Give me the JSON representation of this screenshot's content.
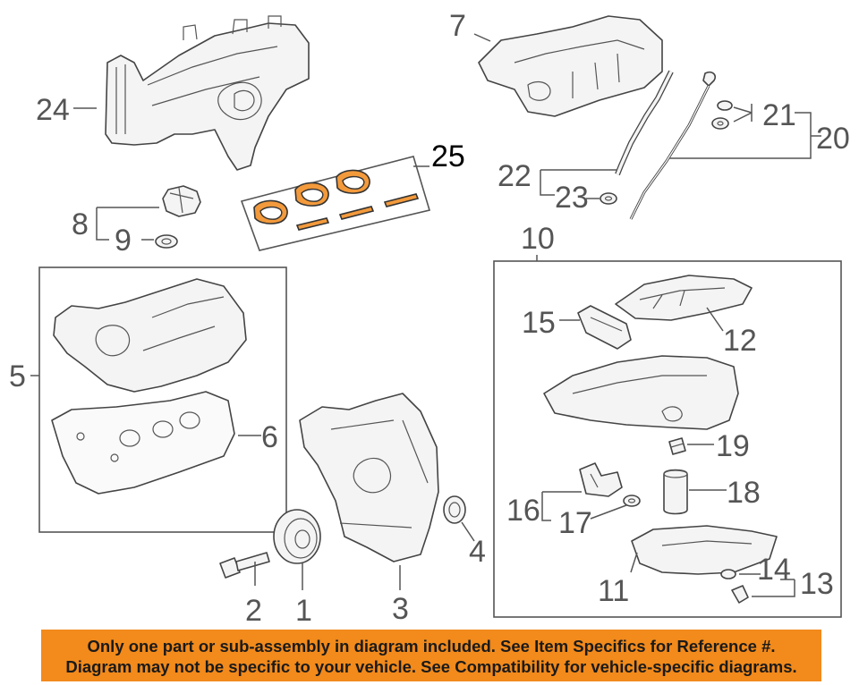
{
  "callouts": {
    "c1": "1",
    "c2": "2",
    "c3": "3",
    "c4": "4",
    "c5": "5",
    "c6": "6",
    "c7": "7",
    "c8": "8",
    "c9": "9",
    "c10": "10",
    "c11": "11",
    "c12": "12",
    "c13": "13",
    "c14": "14",
    "c15": "15",
    "c16": "16",
    "c17": "17",
    "c18": "18",
    "c19": "19",
    "c20": "20",
    "c21": "21",
    "c22": "22",
    "c23": "23",
    "c24": "24",
    "c25": "25"
  },
  "highlight_color": "#f39a3c",
  "notice": {
    "line1": "Only one part or sub-assembly in diagram included. See Item Specifics for Reference #.",
    "line2": "Diagram may not be specific to your vehicle. See Compatibility for vehicle-specific diagrams.",
    "background": "#f28a1c"
  }
}
